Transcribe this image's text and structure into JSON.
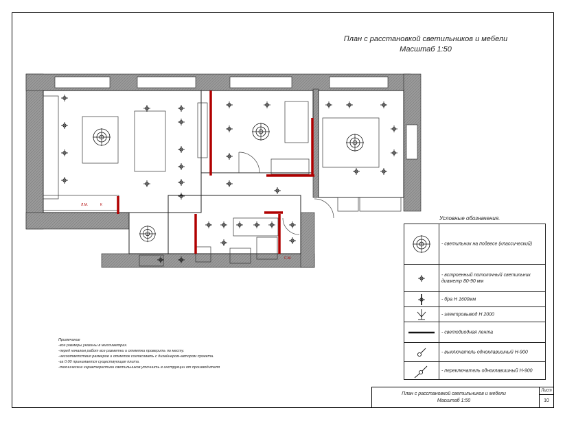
{
  "title": {
    "line1": "План с расстановкой светильников и мебели",
    "line2": "Масштаб 1:50"
  },
  "plan_labels": {
    "lm": "Л.М.",
    "k": "К",
    "sm": "С.М."
  },
  "legend": {
    "title": "Условные обозначения.",
    "items": [
      {
        "icon": "classic-chandelier-icon",
        "text": "- светильник на подвесе (классический)"
      },
      {
        "icon": "recessed-light-icon",
        "text": "- встроенный потолочный светильник диаметр 80-90 мм"
      },
      {
        "icon": "sconce-icon",
        "text": "- бра Н 1600мм"
      },
      {
        "icon": "power-outlet-icon",
        "text": "- электровывод Н 2000"
      },
      {
        "icon": "led-strip-icon",
        "text": "- светодиодная лента"
      },
      {
        "icon": "single-switch-icon",
        "text": "- выключатель одноклавишный Н-900"
      },
      {
        "icon": "single-toggle-switch-icon",
        "text": "- переключатель одноклавишный Н-900"
      }
    ]
  },
  "notes": {
    "heading": "Примечание",
    "lines": [
      "-все размеры указаны в миллиметрах.",
      "-перед началом работ все разметки и отметки проверить по месту.",
      "-несоответствия размеров и отметок согласовать с дизайнером-автором проекта.",
      "-за 0.00 принимается существующая плита.",
      "-технические характеристики светильников уточнить в инструкции от производителя"
    ]
  },
  "stamp": {
    "line1": "План с расстановкой светильников и мебели",
    "line2": "Масштаб 1:50",
    "sheet_label": "Лист",
    "sheet_number": "10"
  },
  "colors": {
    "wall_fill": "#8a8a8a",
    "led_strip": "#b00000",
    "lines": "#222222"
  }
}
